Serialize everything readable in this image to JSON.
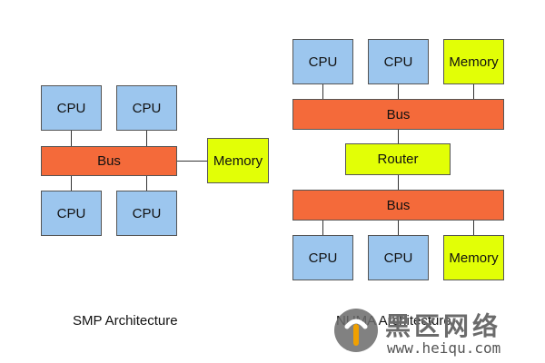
{
  "smp": {
    "cpu_labels": [
      "CPU",
      "CPU",
      "CPU",
      "CPU"
    ],
    "bus_label": "Bus",
    "memory_label": "Memory",
    "caption": "SMP Architecture"
  },
  "numa": {
    "top_node": {
      "cpu_labels": [
        "CPU",
        "CPU"
      ],
      "memory_label": "Memory",
      "bus_label": "Bus"
    },
    "router_label": "Router",
    "bottom_node": {
      "cpu_labels": [
        "CPU",
        "CPU"
      ],
      "memory_label": "Memory",
      "bus_label": "Bus"
    },
    "caption": "NUMA Architecture"
  },
  "watermark": {
    "title": "黑区网络",
    "url": "www.heiqu.com"
  },
  "colors": {
    "cpu": "#9cc6ee",
    "bus": "#f46a3a",
    "memory": "#e2ff06",
    "border": "#555555"
  }
}
